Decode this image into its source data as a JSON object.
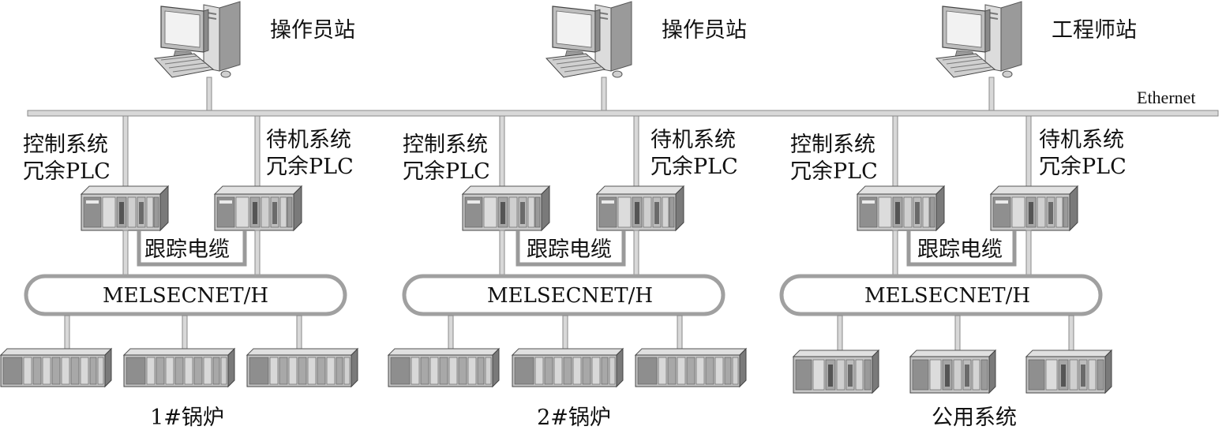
{
  "network": {
    "ethernet_label": "Ethernet"
  },
  "stations": [
    {
      "label": "操作员站"
    },
    {
      "label": "操作员站"
    },
    {
      "label": "工程师站"
    }
  ],
  "groups": [
    {
      "control_plc": [
        "控制系统",
        "冗余PLC"
      ],
      "standby_plc": [
        "待机系统",
        "冗余PLC"
      ],
      "tracking_cable": "跟踪电缆",
      "bus_label": "MELSECNET/H",
      "group_label": "1#锅炉",
      "io_rack_count": 3
    },
    {
      "control_plc": [
        "控制系统",
        "冗余PLC"
      ],
      "standby_plc": [
        "待机系统",
        "冗余PLC"
      ],
      "tracking_cable": "跟踪电缆",
      "bus_label": "MELSECNET/H",
      "group_label": "2#锅炉",
      "io_rack_count": 3
    },
    {
      "control_plc": [
        "控制系统",
        "冗余PLC"
      ],
      "standby_plc": [
        "待机系统",
        "冗余PLC"
      ],
      "tracking_cable": "跟踪电缆",
      "bus_label": "MELSECNET/H",
      "group_label": "公用系统",
      "io_rack_count": 3
    }
  ],
  "colors": {
    "line": "#a8a8a8",
    "line_dark": "#7a7a7a",
    "device_body": "#c9c9c9",
    "device_dark": "#6e6e6e",
    "device_light": "#e6e6e6",
    "text": "#111111"
  }
}
